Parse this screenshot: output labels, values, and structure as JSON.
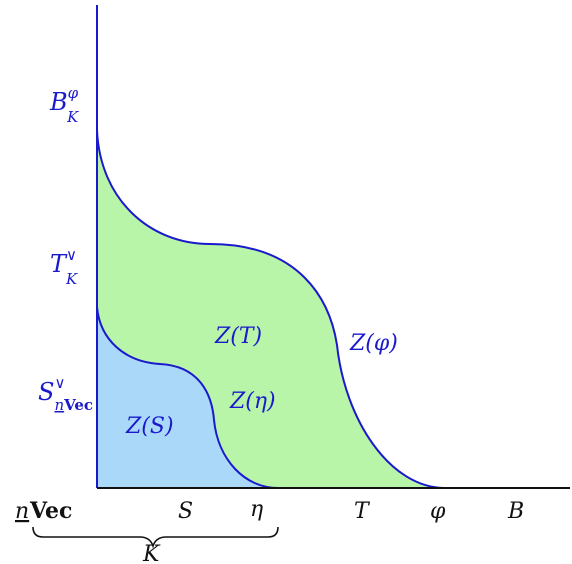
{
  "colors": {
    "axis": "#111111",
    "curve": "#1a1acc",
    "label": "#1a1acc",
    "green_region": "#b8f5a8",
    "blue_region": "#a9d8f8"
  },
  "y_axis_labels": {
    "b_phi_k": {
      "main": "B",
      "sup": "φ",
      "sub": "K"
    },
    "t_k_dual": {
      "main": "T",
      "sup": "∨",
      "sub": "K"
    },
    "s_nvec_dual": {
      "main": "S",
      "sup": "∨",
      "sub_n": "n",
      "sub_vec": "Vec"
    }
  },
  "region_labels": {
    "z_t": "Z(T)",
    "z_phi": "Z(φ)",
    "z_eta": "Z(η)",
    "z_s": "Z(S)"
  },
  "x_axis_labels": {
    "n": "n",
    "vec": "Vec",
    "s": "S",
    "eta": "η",
    "t": "T",
    "phi": "φ",
    "b": "B",
    "k": "K"
  }
}
